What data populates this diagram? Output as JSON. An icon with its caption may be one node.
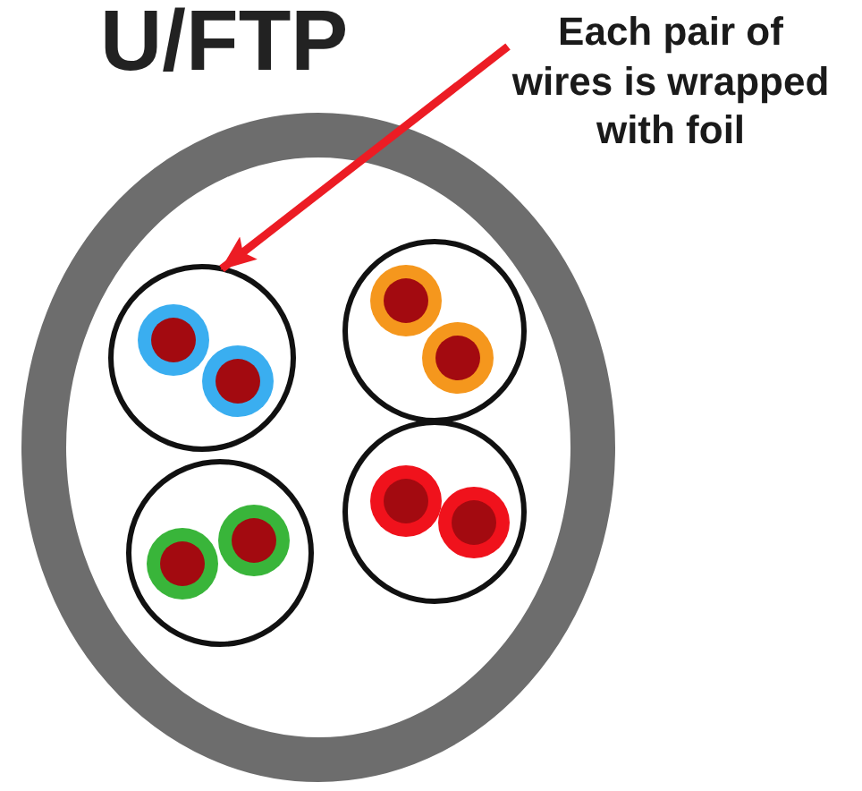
{
  "diagram": {
    "title": "U/FTP",
    "nodes": [
      {
        "text": [
          "Each pair of wires is wrapped with foil"
        ]
      },
      {
        "text": [],
        "shape": "circle"
      },
      {
        "text": [],
        "shape": "circle"
      },
      {
        "text": [],
        "shape": "circle"
      },
      {
        "text": [],
        "shape": "circle"
      }
    ],
    "edges": [
      {
        "from": 0,
        "to": 1,
        "arrow": "to"
      }
    ]
  }
}
